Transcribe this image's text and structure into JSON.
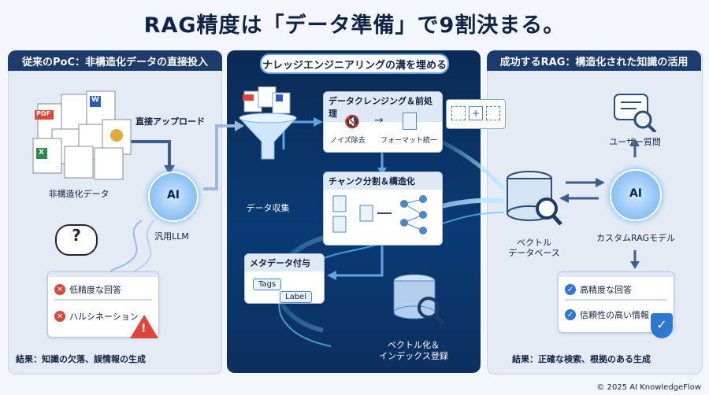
{
  "title": "RAG精度は「データ準備」で9割決まる。",
  "panels": {
    "left_header": "従来のPoC：非構造化データの直接投入",
    "center_header": "ナレッジエンジニアリングの溝を埋める",
    "right_header": "成功するRAG：構造化された知識の活用"
  },
  "left": {
    "upload_label": "直接アップロード",
    "data_label": "非構造化データ",
    "llm_label": "汎用LLM",
    "issues": [
      "低精度な回答",
      "ハルシネーション"
    ],
    "result": "結果：知識の欠落、誤情報の生成"
  },
  "center": {
    "collect_label": "データ収集",
    "cleansing_title": "データクレンジング＆前処理",
    "noise_label": "ノイズ除去",
    "format_label": "フォーマット統一",
    "chunk_title": "チャンク分割＆構造化",
    "meta_title": "メタデータ付与",
    "tags": [
      "Tags",
      "Label"
    ],
    "vector_label_1": "ベクトル化＆",
    "vector_label_2": "インデックス登録"
  },
  "right": {
    "query_label": "ユーザー質問",
    "db_label_1": "ベクトル",
    "db_label_2": "データベース",
    "model_label": "カスタムRAGモデル",
    "benefits": [
      "高精度な回答",
      "信頼性の高い情報"
    ],
    "result": "結果：正確な検索、根拠のある生成"
  },
  "icons": {
    "ai_text": "AI",
    "doc_types": [
      "PDF",
      "W",
      "X"
    ]
  },
  "footer": "© 2025 AI KnowledgeFlow"
}
